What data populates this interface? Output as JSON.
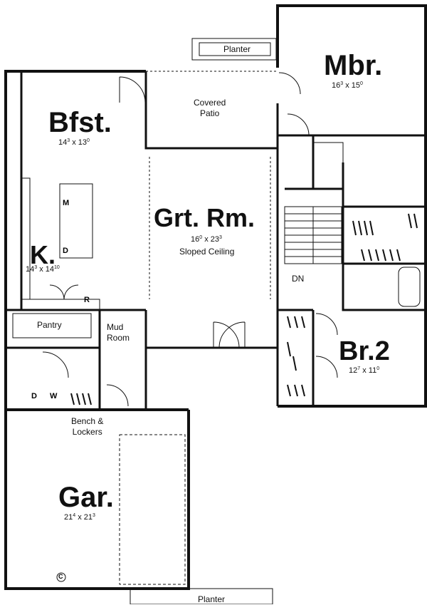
{
  "rooms": {
    "mbr": {
      "name": "Mbr.",
      "w": "16",
      "wi": "3",
      "d": "15",
      "di": "0"
    },
    "bfst": {
      "name": "Bfst.",
      "w": "14",
      "wi": "3",
      "d": "13",
      "di": "0"
    },
    "grt": {
      "name": "Grt. Rm.",
      "w": "16",
      "wi": "0",
      "d": "23",
      "di": "3",
      "note": "Sloped Ceiling"
    },
    "k": {
      "name": "K.",
      "w": "14",
      "wi": "3",
      "d": "14",
      "di": "10"
    },
    "br2": {
      "name": "Br.2",
      "w": "12",
      "wi": "7",
      "d": "11",
      "di": "0"
    },
    "gar": {
      "name": "Gar.",
      "w": "21",
      "wi": "4",
      "d": "21",
      "di": "3"
    }
  },
  "labels": {
    "planter_top": "Planter",
    "planter_bottom": "Planter",
    "covered_patio": "Covered\nPatio",
    "pantry": "Pantry",
    "mud_room": "Mud\nRoom",
    "bench": "Bench &\nLockers",
    "stairs_dn": "DN",
    "x": "x"
  },
  "appliances": {
    "microwave": "M",
    "dishwasher": "D",
    "refrigerator": "R",
    "dryer": "D",
    "washer": "W",
    "compressor": "C"
  }
}
